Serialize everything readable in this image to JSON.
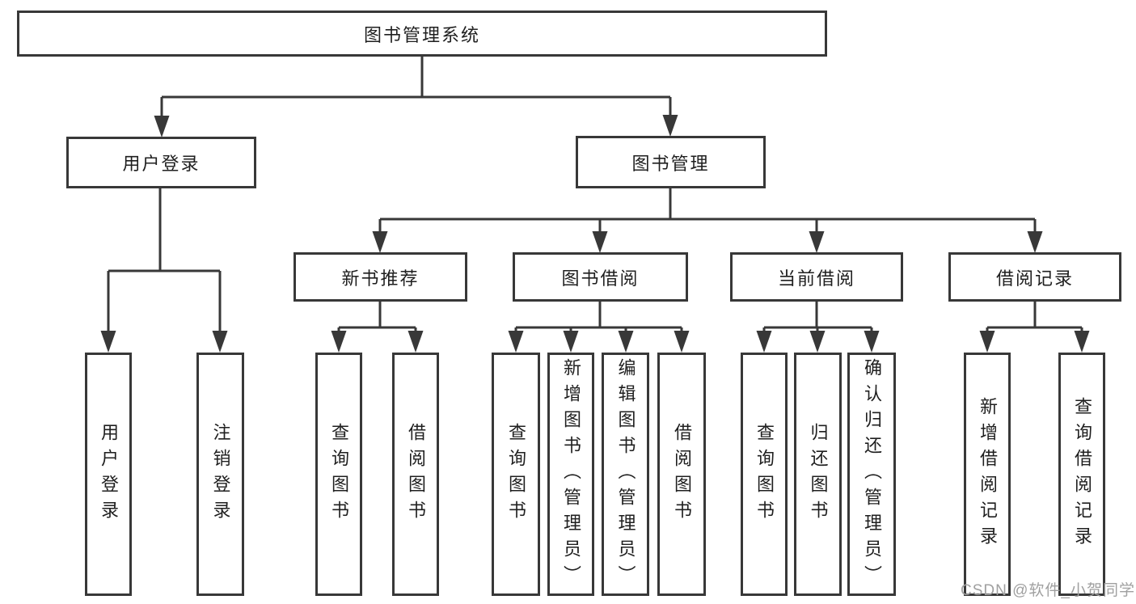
{
  "tree": {
    "root": {
      "label": "图书管理系统"
    },
    "branches": [
      {
        "label": "用户登录",
        "children": [
          {
            "label": "用户登录"
          },
          {
            "label": "注销登录"
          }
        ]
      },
      {
        "label": "图书管理",
        "children": [
          {
            "label": "新书推荐",
            "children": [
              {
                "label": "查询图书"
              },
              {
                "label": "借阅图书"
              }
            ]
          },
          {
            "label": "图书借阅",
            "children": [
              {
                "label": "查询图书"
              },
              {
                "label": "新增图书（管理员）"
              },
              {
                "label": "编辑图书（管理员）"
              },
              {
                "label": "借阅图书"
              }
            ]
          },
          {
            "label": "当前借阅",
            "children": [
              {
                "label": "查询图书"
              },
              {
                "label": "归还图书"
              },
              {
                "label": "确认归还（管理员）"
              }
            ]
          },
          {
            "label": "借阅记录",
            "children": [
              {
                "label": "新增借阅记录"
              },
              {
                "label": "查询借阅记录"
              }
            ]
          }
        ]
      }
    ]
  },
  "watermark": {
    "text": "CSDN @软件_小贺同学"
  },
  "colors": {
    "line": "#383838",
    "node_border": "#383838",
    "text": "#1f1f1f",
    "background": "#ffffff",
    "watermark": "#a0a0a0"
  }
}
